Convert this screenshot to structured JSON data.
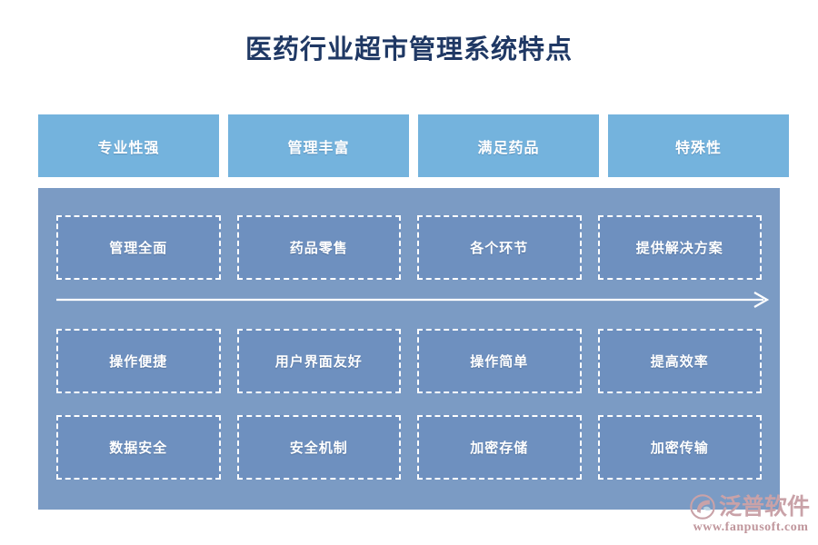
{
  "page": {
    "title": "医药行业超市管理系统特点",
    "title_color": "#1f3864",
    "background": "#ffffff"
  },
  "header": {
    "chip_color": "#74b3dd",
    "chips": [
      {
        "label": "专业性强"
      },
      {
        "label": "管理丰富"
      },
      {
        "label": "满足药品"
      },
      {
        "label": "特殊性"
      }
    ]
  },
  "matrix": {
    "panel_color": "#7b9bc4",
    "cell_color": "#6e90bf",
    "cell_border_color": "#ffffff",
    "rows": [
      {
        "cells": [
          {
            "label": "管理全面"
          },
          {
            "label": "药品零售"
          },
          {
            "label": "各个环节"
          },
          {
            "label": "提供解决方案"
          }
        ]
      },
      {
        "cells": [
          {
            "label": "操作便捷"
          },
          {
            "label": "用户界面友好"
          },
          {
            "label": "操作简单"
          },
          {
            "label": "提高效率"
          }
        ]
      },
      {
        "cells": [
          {
            "label": "数据安全"
          },
          {
            "label": "安全机制"
          },
          {
            "label": "加密存储"
          },
          {
            "label": "加密传输"
          }
        ]
      }
    ],
    "arrow": {
      "icon": "arrow-right-icon",
      "color": "#ffffff"
    }
  },
  "watermarks": {
    "panel": {
      "icon": "fanpu-logo-icon",
      "text": "泛普软件"
    },
    "brand": {
      "icon": "fanpu-logo-icon",
      "name": "泛普软件",
      "url": "www.fanpusoft.com",
      "color": "#c9a2a8"
    }
  }
}
